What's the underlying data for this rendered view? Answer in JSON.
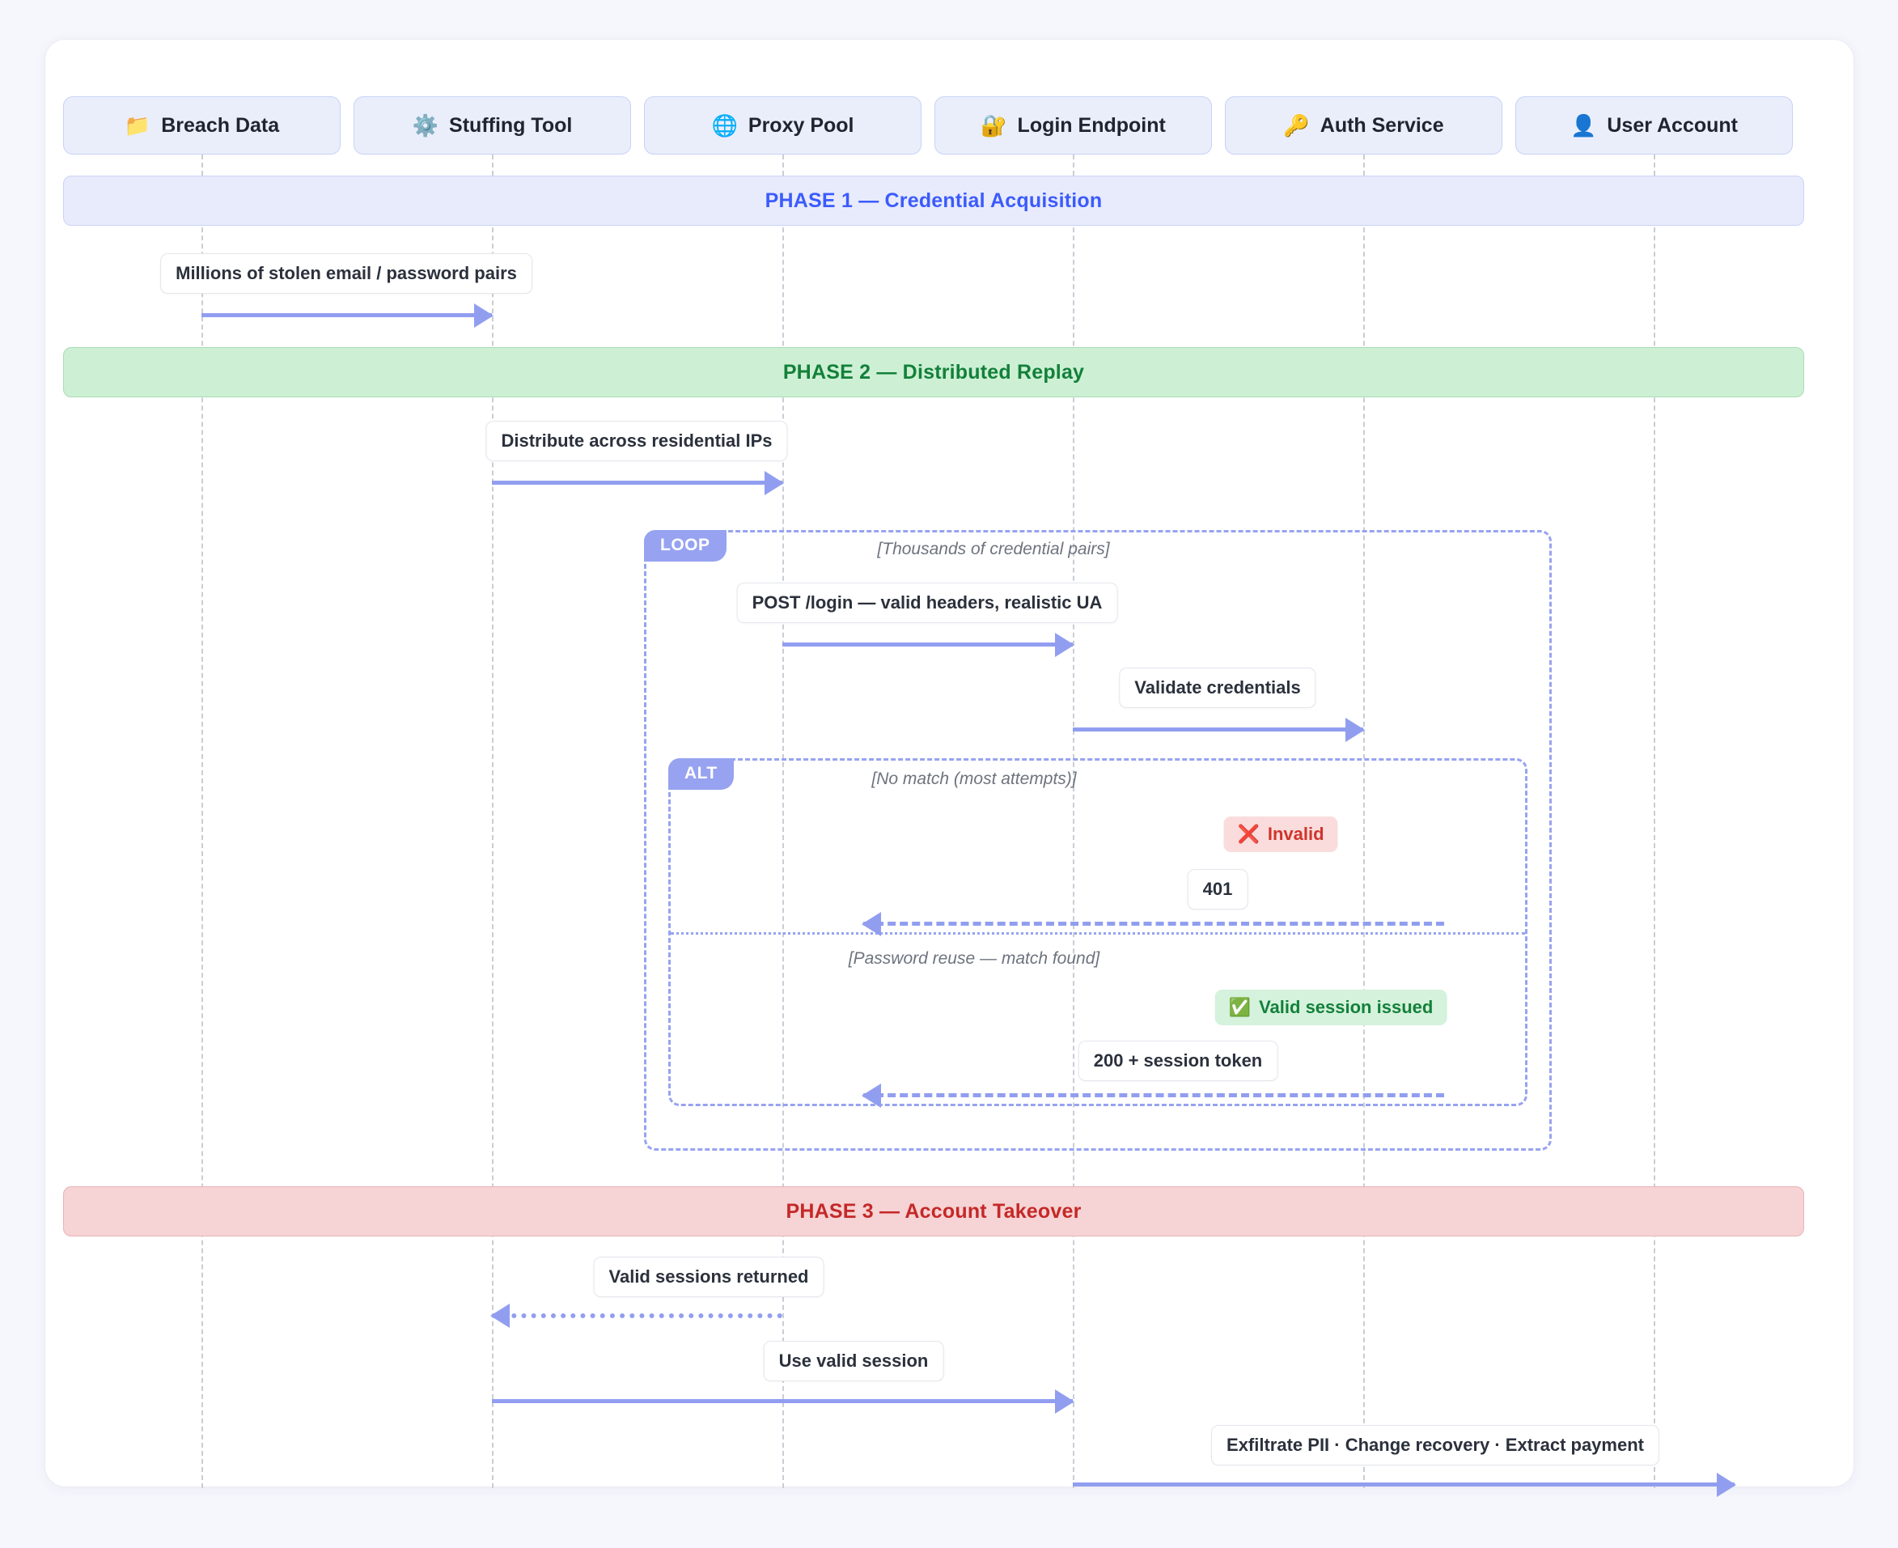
{
  "participants": [
    {
      "icon": "folder-icon",
      "emoji": "📁",
      "label": "Breach Data"
    },
    {
      "icon": "gear-icon",
      "emoji": "⚙️",
      "label": "Stuffing Tool"
    },
    {
      "icon": "globe-icon",
      "emoji": "🌐",
      "label": "Proxy Pool"
    },
    {
      "icon": "lock-icon",
      "emoji": "🔐",
      "label": "Login Endpoint"
    },
    {
      "icon": "key-icon",
      "emoji": "🔑",
      "label": "Auth Service"
    },
    {
      "icon": "person-icon",
      "emoji": "👤",
      "label": "User Account"
    }
  ],
  "phases": [
    {
      "label": "PHASE 1 — Credential Acquisition"
    },
    {
      "label": "PHASE 2 — Distributed Replay"
    },
    {
      "label": "PHASE 3 — Account Takeover"
    }
  ],
  "fragments": [
    {
      "kind": "LOOP",
      "condition": "[Thousands of credential pairs]"
    },
    {
      "kind": "ALT",
      "condition": "[No match (most attempts)]",
      "else_condition": "[Password reuse — match found]"
    }
  ],
  "messages": [
    {
      "text": "Millions of stolen email / password pairs"
    },
    {
      "text": "Distribute across residential IPs"
    },
    {
      "text": "POST /login — valid headers, realistic UA"
    },
    {
      "text": "Validate credentials"
    },
    {
      "text": "401"
    },
    {
      "text": "200 + session token"
    },
    {
      "text": "Valid sessions returned"
    },
    {
      "text": "Use valid session"
    },
    {
      "text": "Exfiltrate PII · Change recovery · Extract payment"
    }
  ],
  "notes": [
    {
      "emoji": "❌",
      "text": "Invalid",
      "tone": "bad"
    },
    {
      "emoji": "✅",
      "text": "Valid session issued",
      "tone": "good"
    }
  ]
}
